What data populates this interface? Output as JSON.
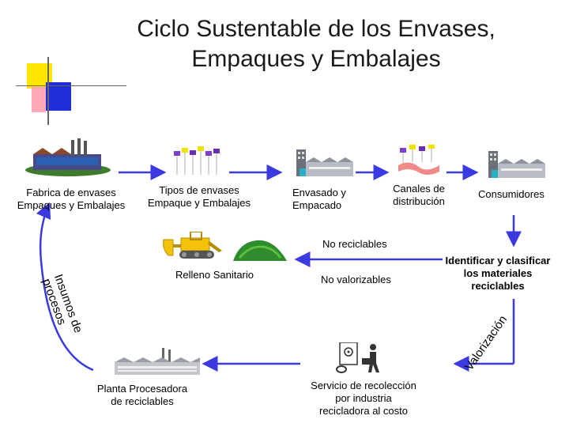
{
  "title": {
    "line1": "Ciclo Sustentable de los Envases,",
    "line2": "Empaques y Embalajes"
  },
  "nodes": {
    "fabrica": {
      "line1": "Fabrica de envases",
      "line2": "Empaques y Embalajes"
    },
    "tipos": {
      "line1": "Tipos de envases",
      "line2": "Empaque y Embalajes"
    },
    "envasado": {
      "line1": "Envasado y",
      "line2": "Empacado"
    },
    "canales": {
      "line1": "Canales de",
      "line2": "distribución"
    },
    "consumidores": {
      "line1": "Consumidores"
    },
    "no_reciclables": {
      "line1": "No reciclables"
    },
    "identificar": {
      "line1": "Identificar y clasificar",
      "line2": "los materiales",
      "line3": "reciclables"
    },
    "no_valorizables": {
      "line1": "No valorizables"
    },
    "relleno": {
      "line1": "Relleno Sanitario"
    },
    "insumos": {
      "line1": "Insumos de",
      "line2": "procesos"
    },
    "valorizacion": {
      "line1": "Valorización"
    },
    "planta": {
      "line1": "Planta Procesadora",
      "line2": "de reciclables"
    },
    "servicio": {
      "line1": "Servicio de recolección",
      "line2": "por industria",
      "line3": "recicladora al costo"
    }
  },
  "icons": [
    "factory-icon",
    "packages-icon",
    "packaging-plant-icon",
    "distribution-icon",
    "consumer-building-icon",
    "bulldozer-icon",
    "landfill-icon",
    "processing-plant-icon",
    "collector-icon"
  ],
  "colors": {
    "arrow": "#3a3ae0",
    "deco_yellow": "#ffe600",
    "deco_blue": "#1f2ed6",
    "deco_pink": "#ff9fb0",
    "bulldozer": "#f4c20d",
    "landfill": "#2e8b2e"
  }
}
